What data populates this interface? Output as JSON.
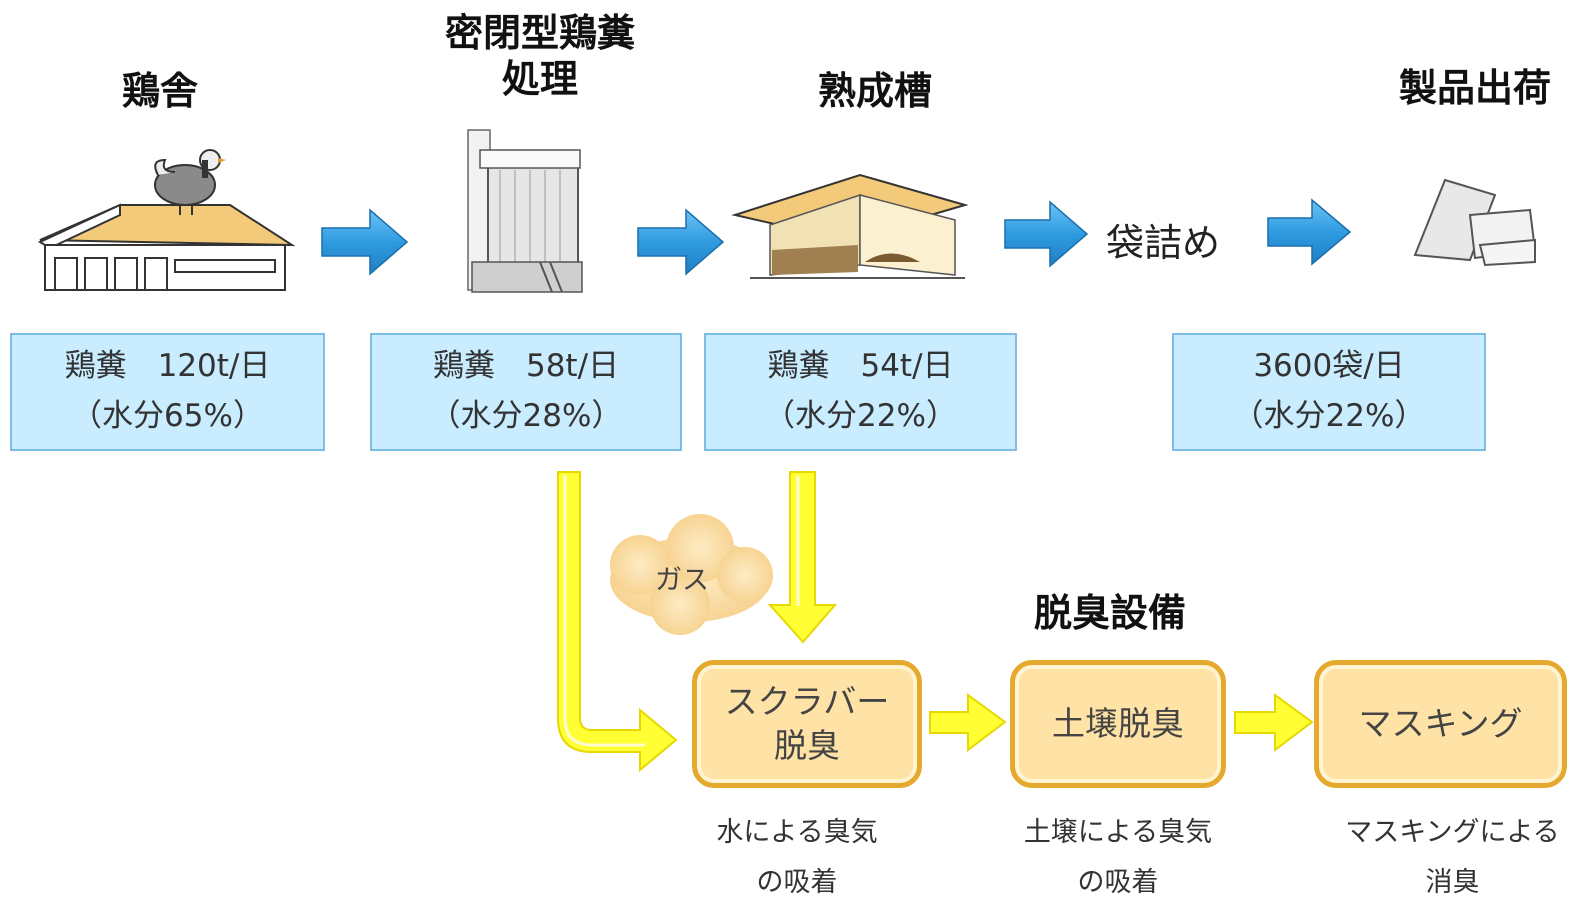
{
  "stages": {
    "coop": {
      "title": "鶏舎",
      "amount": "鶏糞　120t/日",
      "moisture": "（水分65%）"
    },
    "sealed": {
      "title_line1": "密閉型鶏糞",
      "title_line2": "処理",
      "amount": "鶏糞　58t/日",
      "moisture": "（水分28%）"
    },
    "aging": {
      "title": "熟成槽",
      "amount": "鶏糞　54t/日",
      "moisture": "（水分22%）"
    },
    "bagging": {
      "label": "袋詰め"
    },
    "shipping": {
      "title": "製品出荷",
      "amount": "3600袋/日",
      "moisture": "（水分22%）"
    }
  },
  "deodorization": {
    "title": "脱臭設備",
    "gas_label": "ガス",
    "steps": [
      {
        "line1": "スクラバー",
        "line2": "脱臭",
        "desc1": "水による臭気",
        "desc2": "の吸着"
      },
      {
        "line1": "土壌脱臭",
        "line2": "",
        "desc1": "土壌による臭気",
        "desc2": "の吸着"
      },
      {
        "line1": "マスキング",
        "line2": "",
        "desc1": "マスキングによる",
        "desc2": "消臭"
      }
    ]
  },
  "colors": {
    "flow_arrow": "#2f9be0",
    "gas_arrow": "#ffff33",
    "info_box": "#c9ecff",
    "treat_box": "#ffe3a6",
    "treat_border": "#e5a92e",
    "gas_cloud": "#fbe0a8"
  },
  "icons": [
    "chicken-coop-icon",
    "treatment-tower-icon",
    "aging-shed-icon",
    "fertilizer-bags-icon"
  ]
}
